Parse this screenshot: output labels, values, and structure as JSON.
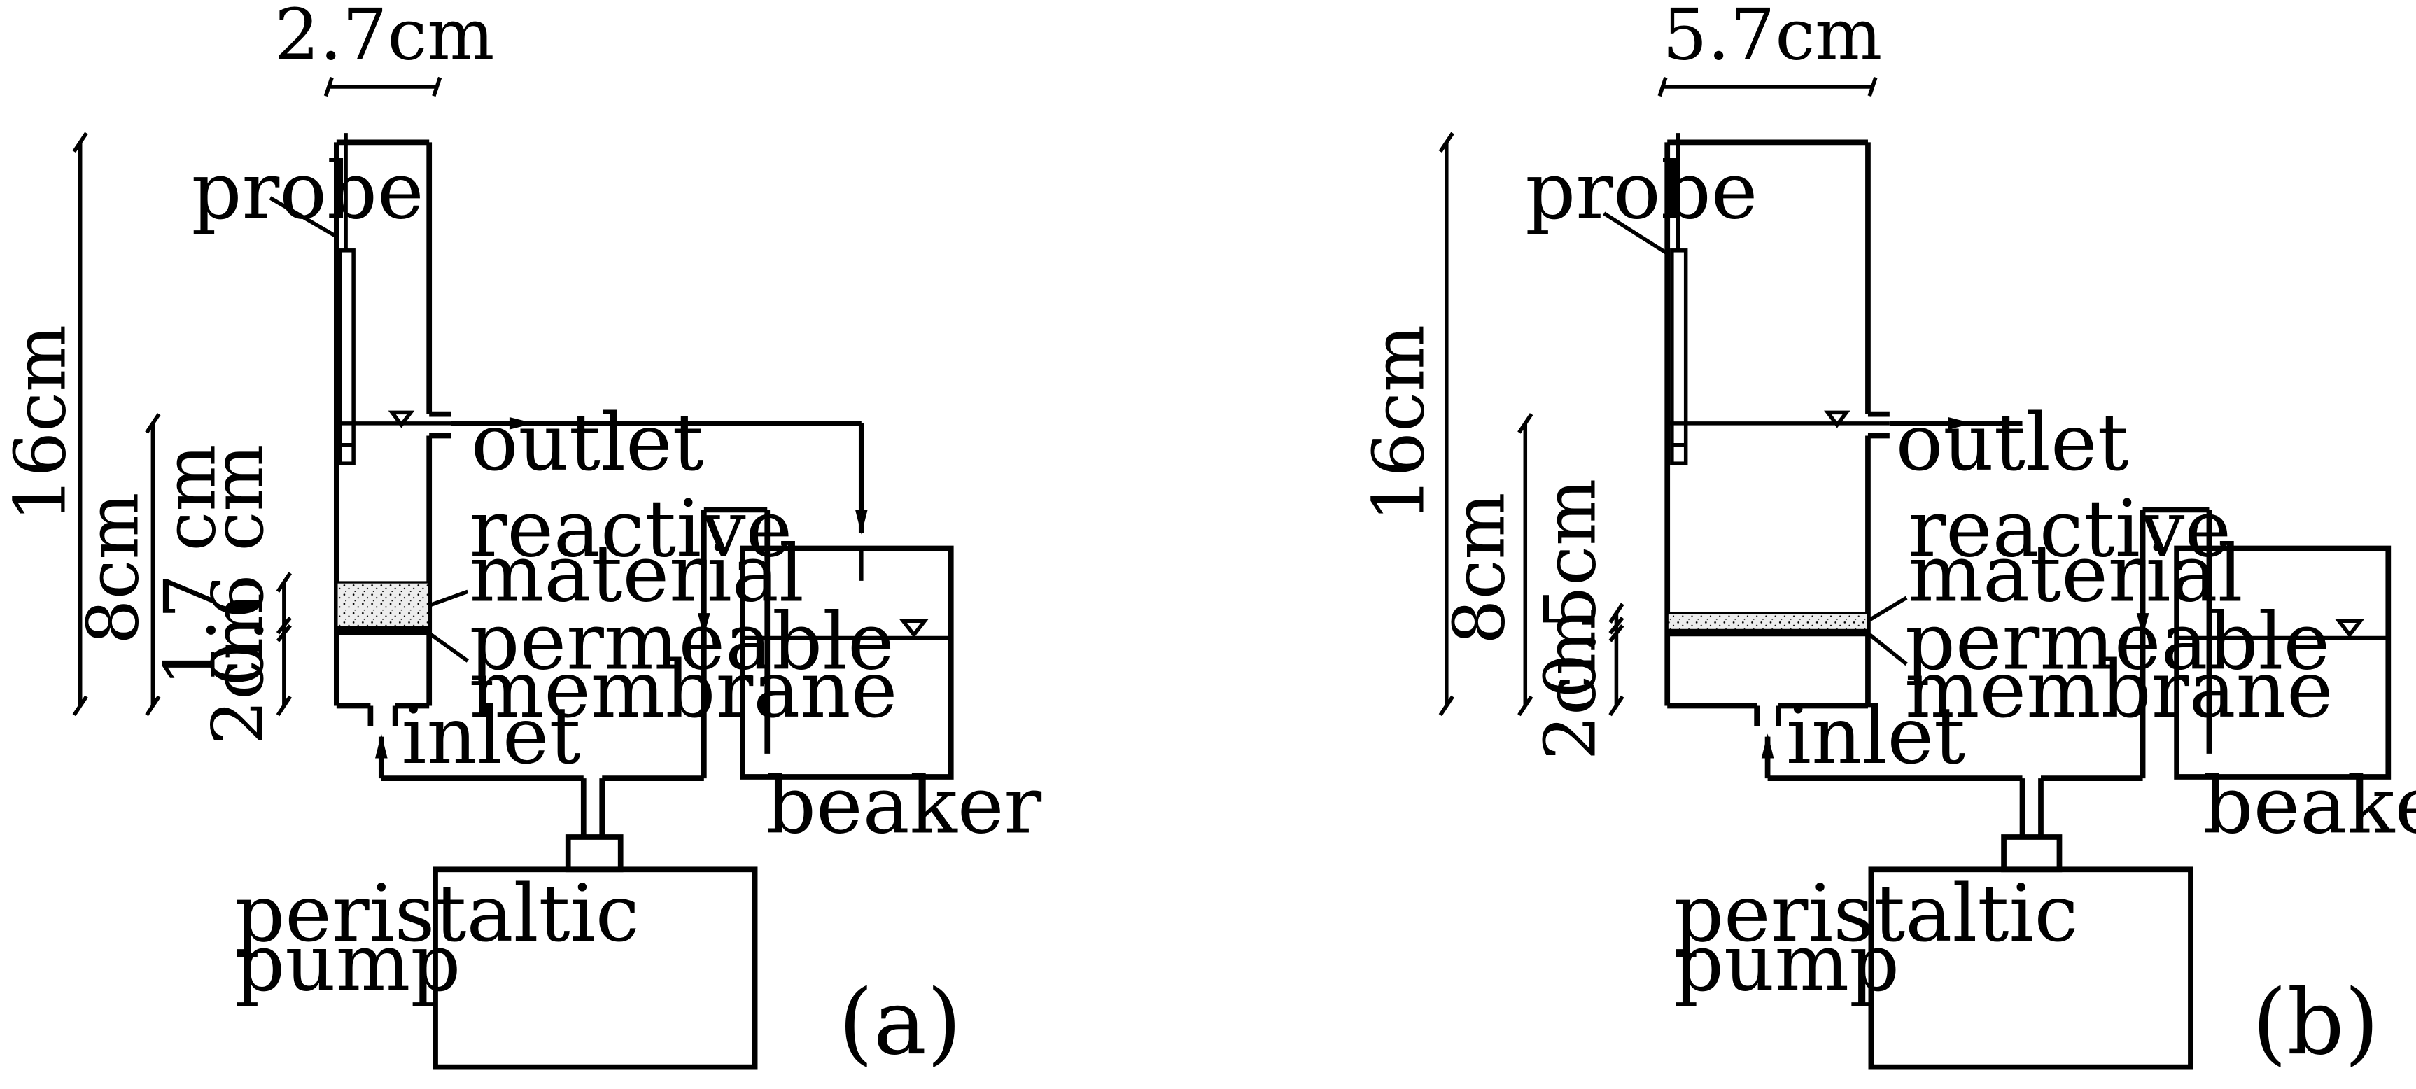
{
  "panels": [
    {
      "id": "a",
      "panel_label": "(a)",
      "labels": {
        "probe": "probe",
        "outlet": "outlet",
        "reactive": "reactive",
        "material": "material",
        "permeable": "permeable",
        "membrane": "membrane",
        "inlet": "inlet",
        "beaker": "beaker",
        "peristaltic": "peristaltic",
        "pump": "pump"
      },
      "dimensions": {
        "width": "2.7cm",
        "total_height": "16cm",
        "water_height": "8cm",
        "layer_1": "1.7 cm",
        "layer_2": "0.6 cm",
        "layer_3": "2cm"
      }
    },
    {
      "id": "b",
      "panel_label": "(b)",
      "labels": {
        "probe": "probe",
        "outlet": "outlet",
        "reactive": "reactive",
        "material": "material",
        "permeable": "permeable",
        "membrane": "membrane",
        "inlet": "inlet",
        "beaker": "beaker",
        "peristaltic": "peristaltic",
        "pump": "pump"
      },
      "dimensions": {
        "width": "5.7cm",
        "total_height": "16cm",
        "water_height": "8cm",
        "layer_1": "0.5cm",
        "layer_2": "2cm"
      }
    }
  ]
}
